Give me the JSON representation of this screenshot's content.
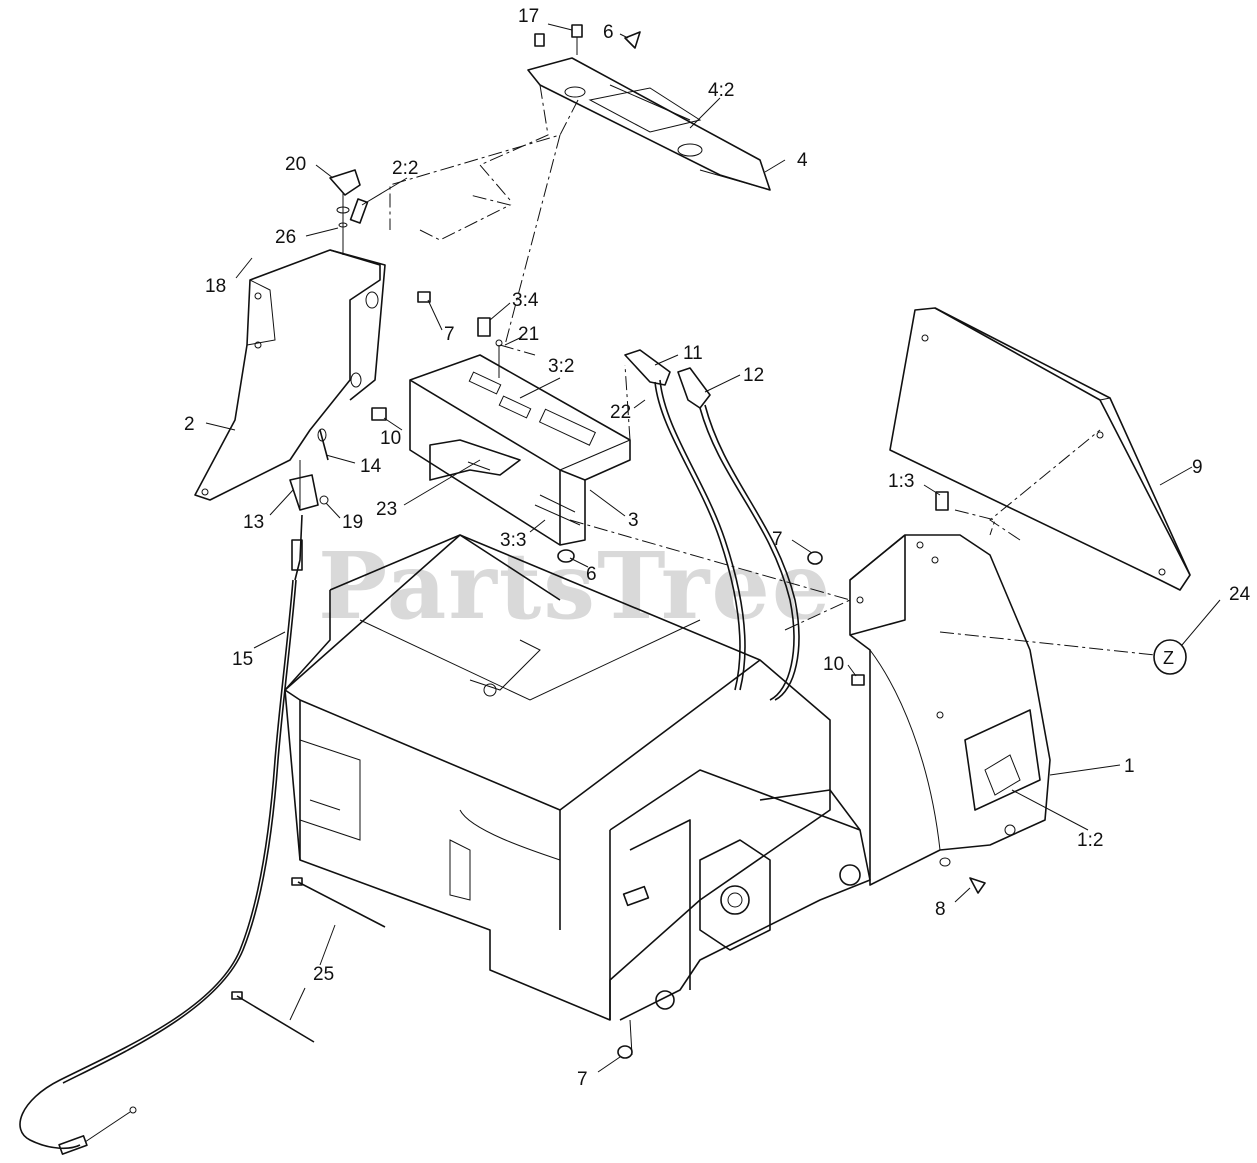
{
  "watermark": "PartsTree",
  "callouts": [
    {
      "id": "c17",
      "text": "17"
    },
    {
      "id": "c6a",
      "text": "6"
    },
    {
      "id": "c4_2",
      "text": "4:2"
    },
    {
      "id": "c4",
      "text": "4"
    },
    {
      "id": "c20",
      "text": "20"
    },
    {
      "id": "c2_2",
      "text": "2:2"
    },
    {
      "id": "c26",
      "text": "26"
    },
    {
      "id": "c18",
      "text": "18"
    },
    {
      "id": "c7a",
      "text": "7"
    },
    {
      "id": "c3_4",
      "text": "3:4"
    },
    {
      "id": "c21",
      "text": "21"
    },
    {
      "id": "c3_2",
      "text": "3:2"
    },
    {
      "id": "c11",
      "text": "11"
    },
    {
      "id": "c12",
      "text": "12"
    },
    {
      "id": "c22",
      "text": "22"
    },
    {
      "id": "c2",
      "text": "2"
    },
    {
      "id": "c10a",
      "text": "10"
    },
    {
      "id": "c14",
      "text": "14"
    },
    {
      "id": "c13",
      "text": "13"
    },
    {
      "id": "c19",
      "text": "19"
    },
    {
      "id": "c23",
      "text": "23"
    },
    {
      "id": "c3",
      "text": "3"
    },
    {
      "id": "c3_3",
      "text": "3:3"
    },
    {
      "id": "c6b",
      "text": "6"
    },
    {
      "id": "c1_3",
      "text": "1:3"
    },
    {
      "id": "c9",
      "text": "9"
    },
    {
      "id": "c7b",
      "text": "7"
    },
    {
      "id": "c24",
      "text": "24"
    },
    {
      "id": "c15",
      "text": "15"
    },
    {
      "id": "c10b",
      "text": "10"
    },
    {
      "id": "c1",
      "text": "1"
    },
    {
      "id": "c1_2",
      "text": "1:2"
    },
    {
      "id": "c8",
      "text": "8"
    },
    {
      "id": "c25",
      "text": "25"
    },
    {
      "id": "c7c",
      "text": "7"
    }
  ]
}
